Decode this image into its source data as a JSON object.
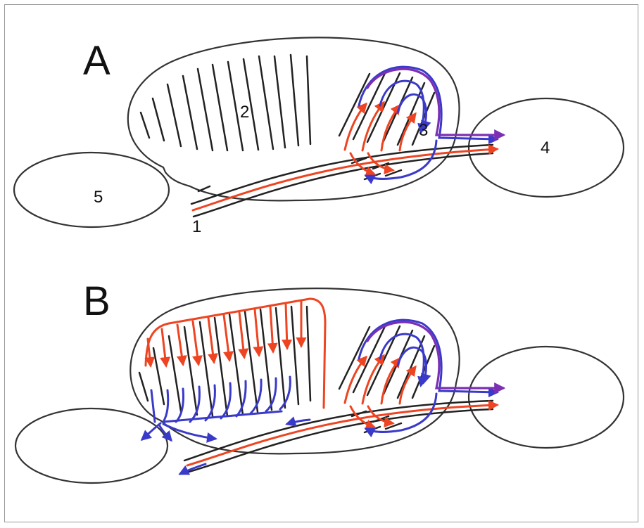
{
  "panels": [
    {
      "label": "A"
    },
    {
      "label": "B"
    }
  ],
  "labels": {
    "one": "1",
    "two": "2",
    "three": "3",
    "four": "4",
    "five": "5"
  },
  "colors": {
    "outline": "#333333",
    "black": "#222222",
    "red": "#ee4422",
    "blue": "#3a3aca",
    "purple": "#7d2fb4"
  }
}
